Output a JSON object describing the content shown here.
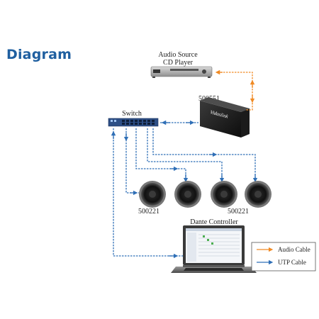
{
  "heading": "Diagram",
  "labels": {
    "audio_source_line1": "Audio Source",
    "audio_source_line2": "CD Player",
    "converter_model": "500551",
    "converter_brand": "Vidaslink",
    "switch": "Switch",
    "speaker_model_left": "500221",
    "speaker_model_right": "500221",
    "controller": "Dante Controller"
  },
  "legend": {
    "audio_cable": "Audio Cable",
    "utp_cable": "UTP Cable"
  },
  "colors": {
    "audio_cable": "#f08a24",
    "utp_cable": "#2f6fb6",
    "heading": "#1f5fa0"
  },
  "icons": [
    "cd-player-icon",
    "dante-converter-icon",
    "network-switch-icon",
    "ceiling-speaker-icon",
    "laptop-icon"
  ]
}
